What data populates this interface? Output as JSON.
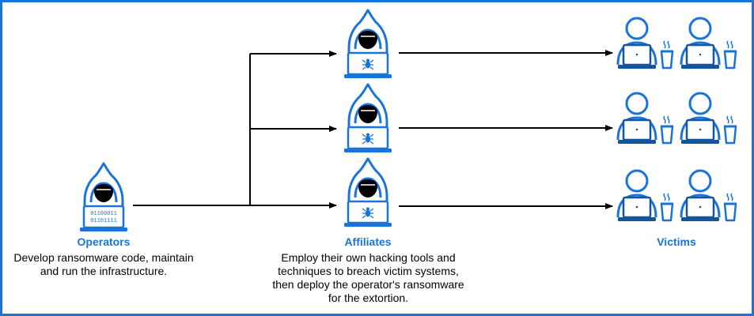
{
  "colors": {
    "accent": "#1a73d9",
    "accent_dark": "#15549e",
    "arrow": "#000000",
    "border": "#1a73d9"
  },
  "operators": {
    "title": "Operators",
    "description": "Develop ransomware code, maintain and run the infrastructure.",
    "screen_code": [
      "01100011",
      "01101111"
    ],
    "icon": "hooded-hacker-laptop-icon"
  },
  "affiliates": {
    "title": "Affiliates",
    "description": "Employ their own hacking tools and techniques to breach victim systems, then deploy the operator's ransomware for the extortion.",
    "icon": "hooded-hacker-bug-laptop-icon",
    "count": 3
  },
  "victims": {
    "title": "Victims",
    "icon": "person-laptop-coffee-icon",
    "rows": 3,
    "per_row": 2
  }
}
